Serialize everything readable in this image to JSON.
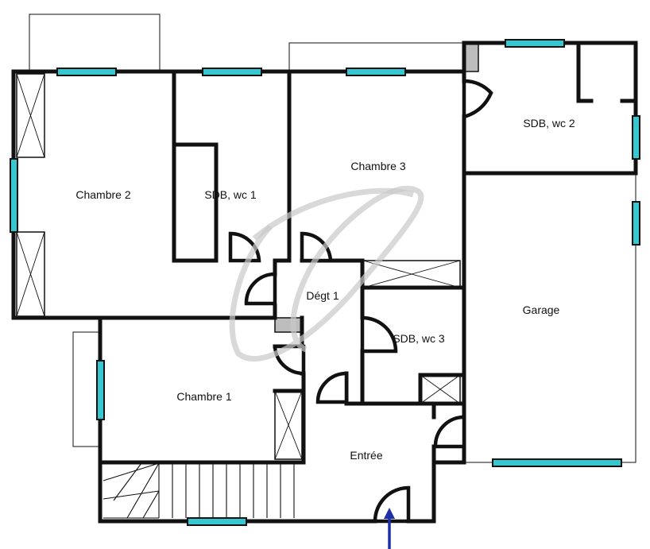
{
  "plan": {
    "rooms": [
      {
        "id": "chambre-2",
        "label": "Chambre 2"
      },
      {
        "id": "sdb-wc-1",
        "label": "SDB, wc 1"
      },
      {
        "id": "chambre-3",
        "label": "Chambre 3"
      },
      {
        "id": "sdb-wc-2",
        "label": "SDB, wc 2"
      },
      {
        "id": "degt-1",
        "label": "Dégt 1"
      },
      {
        "id": "garage",
        "label": "Garage"
      },
      {
        "id": "sdb-wc-3",
        "label": "SDB, wc 3"
      },
      {
        "id": "chambre-1",
        "label": "Chambre 1"
      },
      {
        "id": "entree",
        "label": "Entrée"
      }
    ],
    "colors": {
      "wall": "#111111",
      "window": "#36c7d0",
      "entrance_arrow": "#1f2fa8",
      "pillar": "#bdbdbd",
      "watermark": "#c9c9c9",
      "background": "#ffffff"
    }
  }
}
